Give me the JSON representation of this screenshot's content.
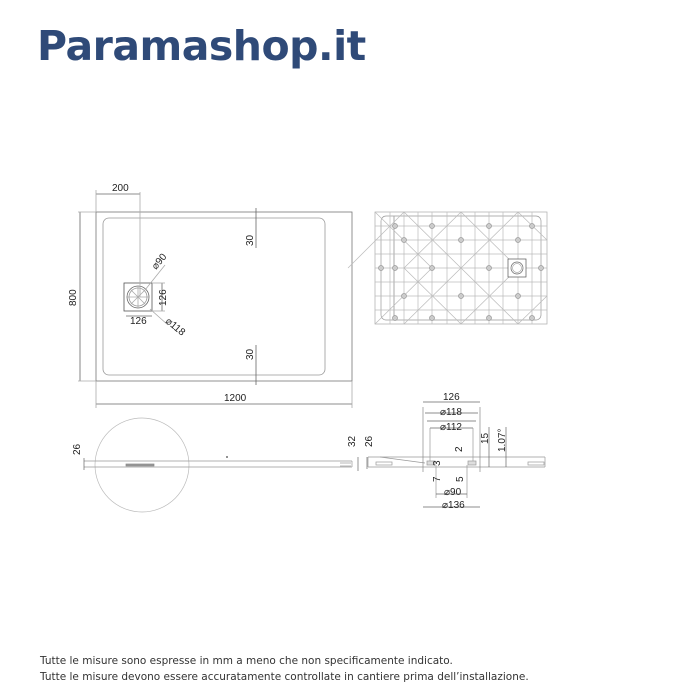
{
  "brand": {
    "name": "Paramashop.it",
    "color": "#2f4a78"
  },
  "plan_view": {
    "width_label": "1200",
    "height_label": "800",
    "drain_offset_label": "200",
    "margin_top_label": "30",
    "margin_bottom_label": "30",
    "drain_width_label": "126",
    "drain_height_label": "126",
    "drain_inner_diameter_label": "⌀90",
    "drain_outer_diameter_label": "⌀118"
  },
  "side_view": {
    "thickness_label": "26"
  },
  "section_view": {
    "total_height_label": "32",
    "tray_height_label": "26",
    "drain_width_label": "126",
    "diam_118_label": "⌀118",
    "diam_112_label": "⌀112",
    "depth_15_label": "15",
    "slope_label": "1.07°",
    "slope2_label": "2",
    "dim_3_label": "3",
    "dim_7_label": "7",
    "dim_5_label": "5",
    "diam_90_label": "⌀90",
    "diam_136_label": "⌀136"
  },
  "notes": [
    "Tutte le misure sono espresse in mm a meno che non specificamente indicato.",
    "Tutte le misure devono essere accuratamente controllate in cantiere prima dell’installazione."
  ]
}
